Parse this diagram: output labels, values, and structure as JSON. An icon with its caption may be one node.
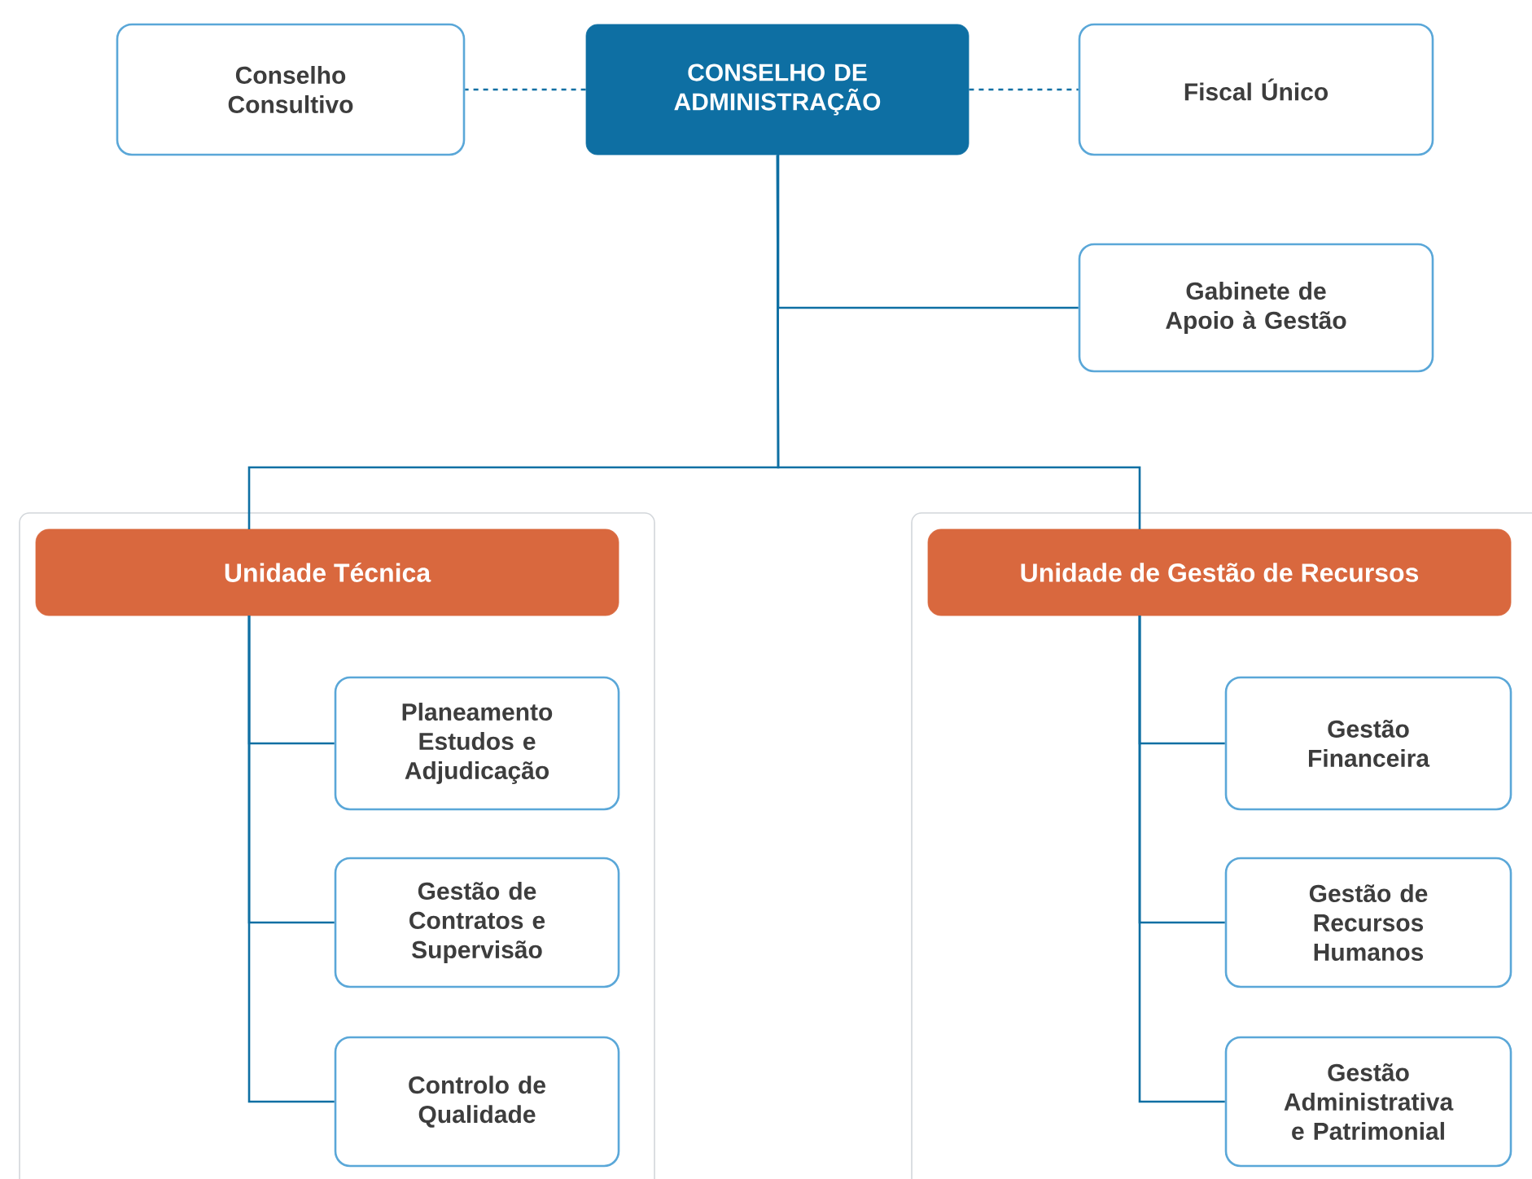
{
  "diagram": {
    "nodes": [
      {
        "text": [
          "Conselho Consultivo"
        ]
      },
      {
        "text": [
          "CONSELHO DE ADMINISTRAÇÃO"
        ]
      },
      {
        "text": [
          "Fiscal Único"
        ]
      },
      {
        "text": [
          "Gabinete de Apoio à Gestão"
        ]
      },
      {
        "text": [
          "Unidade Técnica"
        ]
      },
      {
        "text": [
          "Unidade de Gestão de Recursos"
        ]
      },
      {
        "text": [
          "Planeamento Estudos e Adjudicação"
        ]
      },
      {
        "text": [
          "Gestão de Contratos e Supervisão"
        ]
      },
      {
        "text": [
          "Controlo de Qualidade"
        ]
      },
      {
        "text": [
          "Gestão Financeira"
        ]
      },
      {
        "text": [
          "Gestão de Recursos Humanos"
        ]
      },
      {
        "text": [
          "Gestão Administrativa e Patrimonial"
        ]
      }
    ],
    "edges": [
      {
        "from": 1,
        "to": 0,
        "arrow": "none",
        "style": "dashed"
      },
      {
        "from": 1,
        "to": 2,
        "arrow": "none",
        "style": "dashed"
      },
      {
        "from": 1,
        "to": 3,
        "arrow": "none"
      },
      {
        "from": 1,
        "to": 4,
        "arrow": "none"
      },
      {
        "from": 1,
        "to": 5,
        "arrow": "none"
      },
      {
        "from": 4,
        "to": 6,
        "arrow": "none"
      },
      {
        "from": 4,
        "to": 7,
        "arrow": "none"
      },
      {
        "from": 4,
        "to": 8,
        "arrow": "none"
      },
      {
        "from": 5,
        "to": 9,
        "arrow": "none"
      },
      {
        "from": 5,
        "to": 10,
        "arrow": "none"
      },
      {
        "from": 5,
        "to": 11,
        "arrow": "none"
      }
    ]
  }
}
